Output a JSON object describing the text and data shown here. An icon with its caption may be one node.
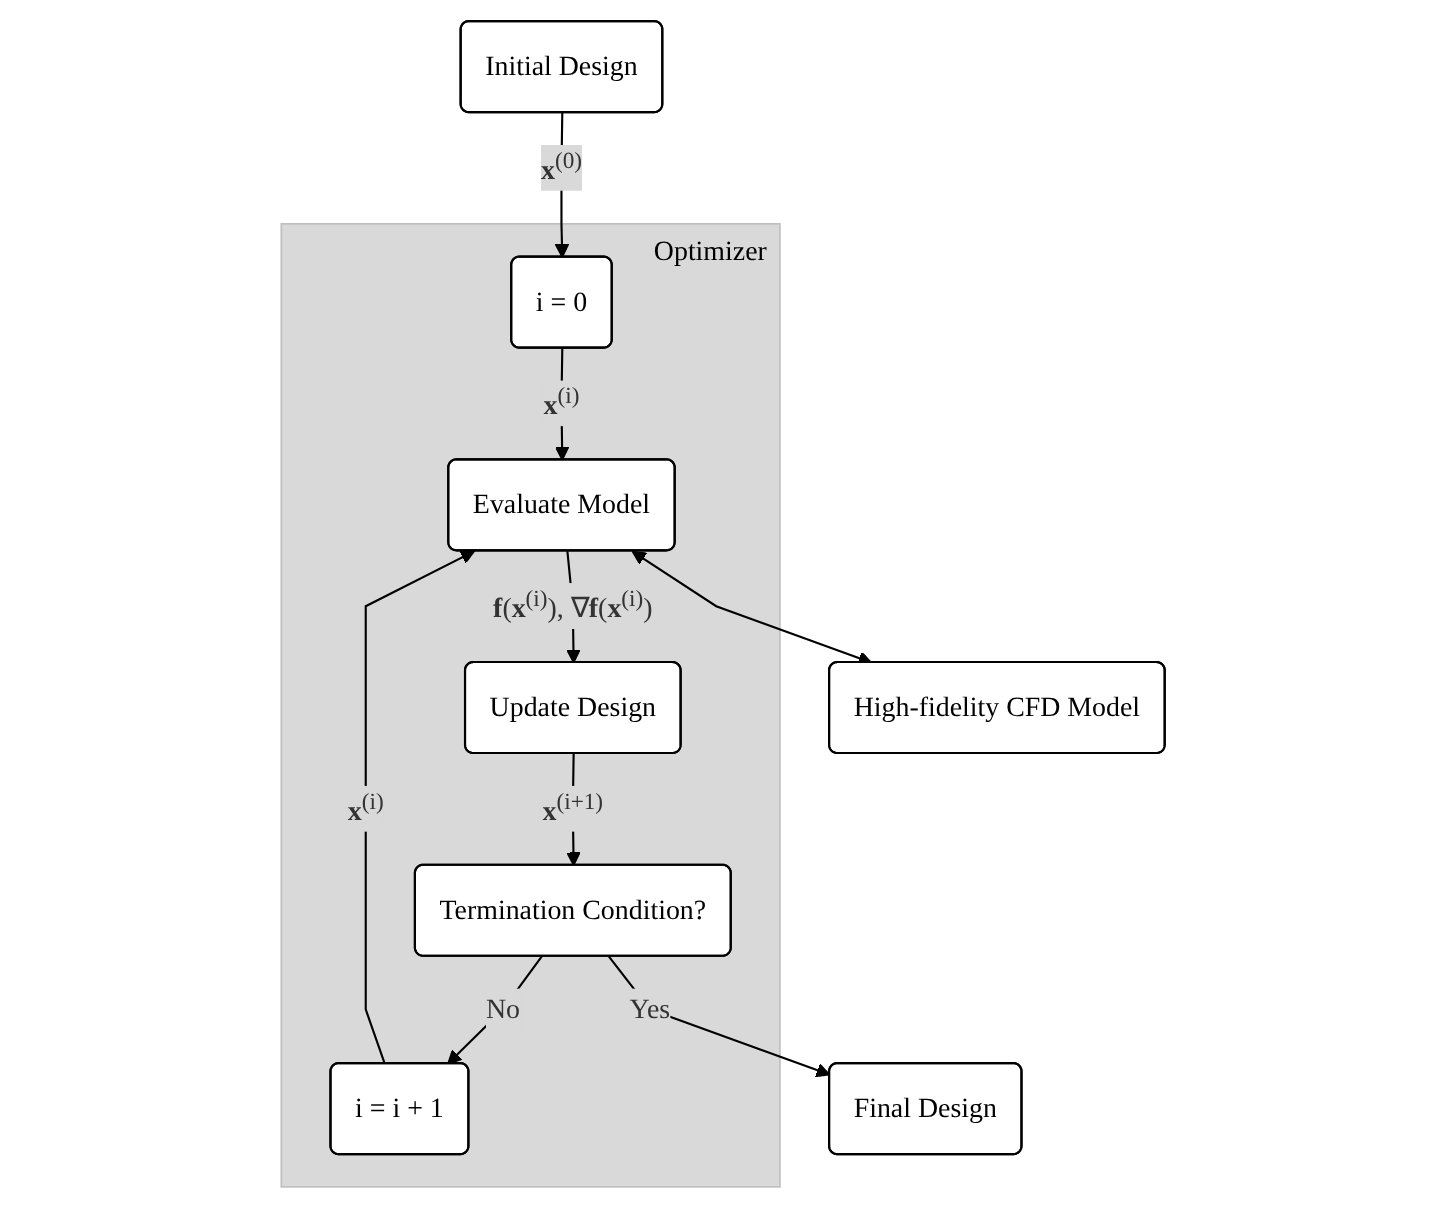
{
  "diagram": {
    "nodes": [
      {
        "text": [
          "Initial Design"
        ]
      },
      {
        "text": [
          "Optimizer"
        ]
      },
      {
        "text": [
          "i = 0"
        ],
        "in": 1
      },
      {
        "text": [
          "Evaluate Model"
        ],
        "in": 1
      },
      {
        "text": [
          "Update Design"
        ],
        "in": 1
      },
      {
        "text": [
          "Termination Condition?"
        ],
        "in": 1
      },
      {
        "text": [
          "i = i + 1"
        ],
        "in": 1
      },
      {
        "text": [
          "High-fidelity CFD Model"
        ]
      },
      {
        "text": [
          "Final Design"
        ]
      }
    ],
    "edges": [
      {
        "from": 0,
        "to": 2,
        "arrow": "to",
        "label": "**x**$^{(0)}$"
      },
      {
        "from": 2,
        "to": 3,
        "arrow": "to",
        "label": "**x**$^{(i)}$"
      },
      {
        "from": 3,
        "to": 4,
        "arrow": "to",
        "label": "**f**(**x**$^{(i)}$), ∇**f**(**x**$^{(i)}$)"
      },
      {
        "from": 4,
        "to": 5,
        "arrow": "to",
        "label": "**x**$^{(i+1)}$"
      },
      {
        "from": 5,
        "to": 6,
        "arrow": "to",
        "label": "No"
      },
      {
        "from": 6,
        "to": 3,
        "arrow": "to",
        "label": "**x**$^{(i)}$"
      },
      {
        "from": 3,
        "to": 7,
        "arrow": "both"
      },
      {
        "from": 5,
        "to": 8,
        "arrow": "to",
        "label": "Yes"
      }
    ]
  }
}
